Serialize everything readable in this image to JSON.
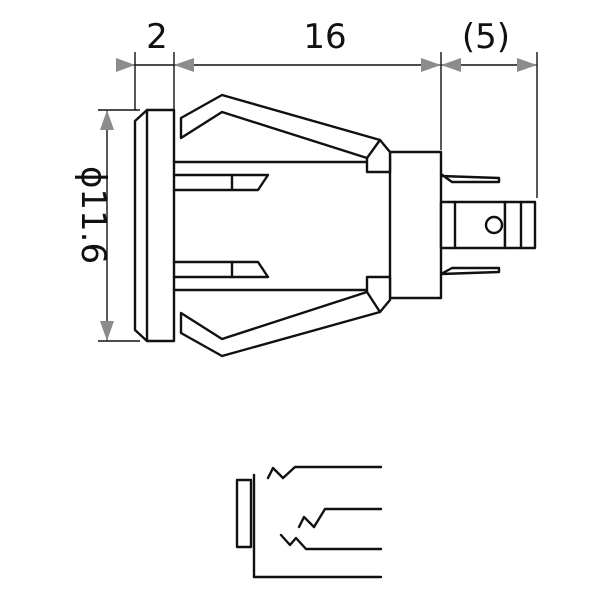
{
  "dimensions": {
    "flange_thickness": "2",
    "body_length": "16",
    "terminal_length": "(5)",
    "diameter": "ϕ11.6"
  },
  "colors": {
    "line": "#111111",
    "arrow": "#8c8c8c",
    "background": "#ffffff"
  }
}
